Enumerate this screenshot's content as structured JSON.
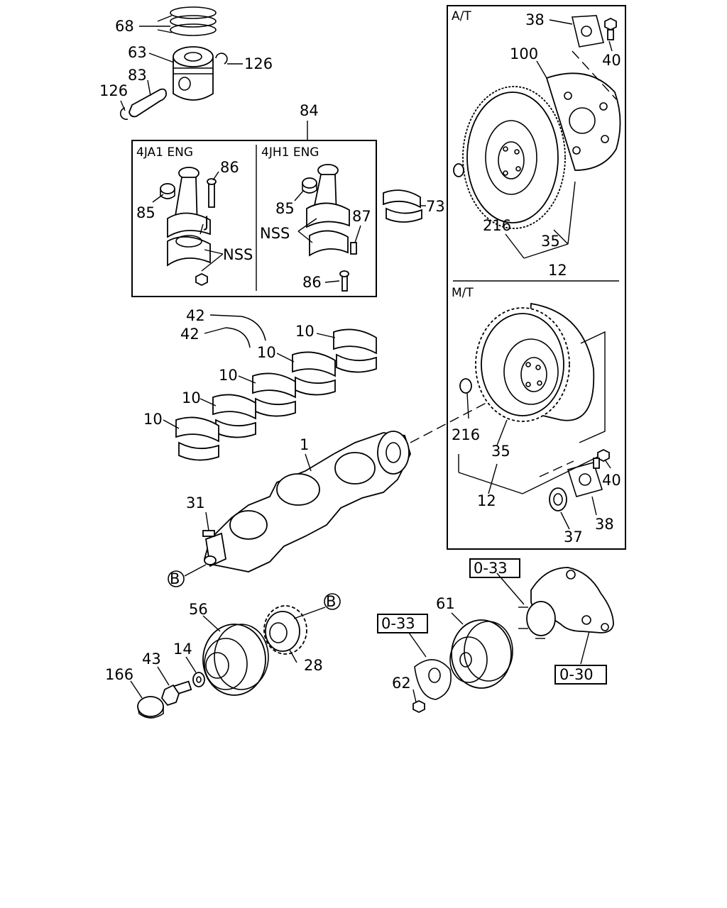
{
  "sections": {
    "at_label": "A/T",
    "mt_label": "M/T",
    "eng_4ja1": "4JA1  ENG",
    "eng_4jh1": "4JH1  ENG"
  },
  "callouts": {
    "c68": "68",
    "c63": "63",
    "c126a": "126",
    "c83": "83",
    "c126b": "126",
    "c84": "84",
    "c86a": "86",
    "c85a": "85",
    "cJ": "J",
    "cNSSa": "NSS",
    "c85b": "85",
    "cNSSb": "NSS",
    "c87": "87",
    "c86b": "86",
    "c73": "73",
    "c42a": "42",
    "c42b": "42",
    "c10a": "10",
    "c10b": "10",
    "c10c": "10",
    "c10d": "10",
    "c10e": "10",
    "c1": "1",
    "c31": "31",
    "cB1": "B",
    "cB2": "B",
    "c38a": "38",
    "c40a": "40",
    "c100": "100",
    "c216a": "216",
    "c35a": "35",
    "c12a": "12",
    "c216b": "216",
    "c35b": "35",
    "c12b": "12",
    "c40b": "40",
    "c38b": "38",
    "c37": "37",
    "c56": "56",
    "c28": "28",
    "c14": "14",
    "c43": "43",
    "c166": "166",
    "c61": "61",
    "c62": "62",
    "ref033a": "0-33",
    "ref033b": "0-33",
    "ref030": "0-30"
  }
}
